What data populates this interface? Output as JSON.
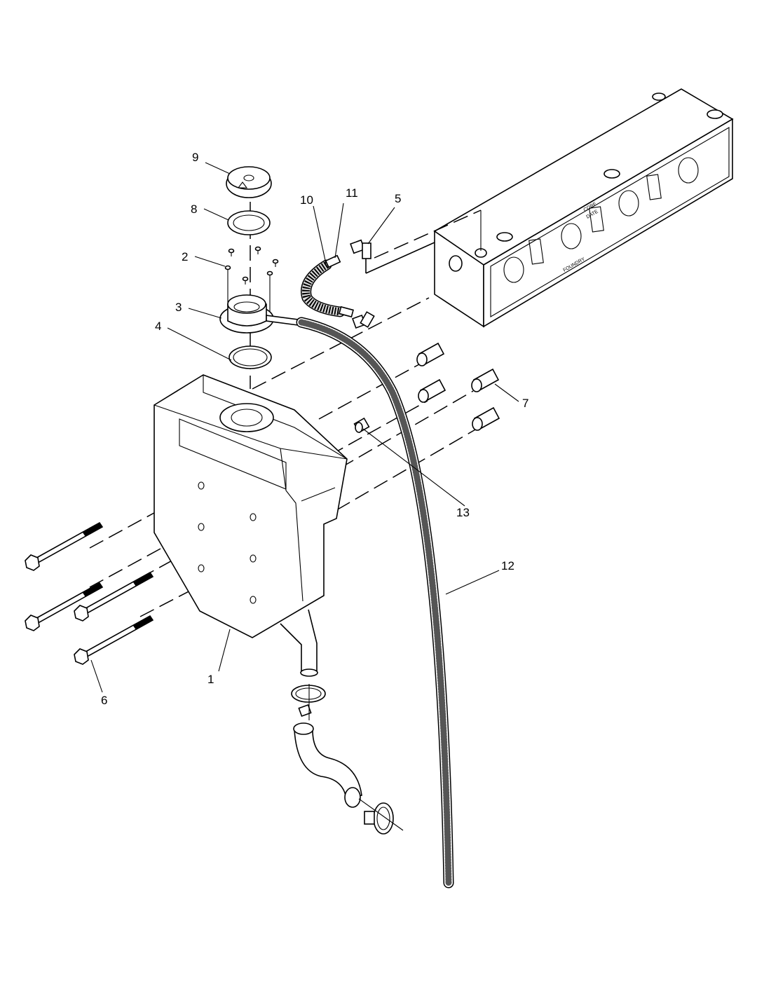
{
  "callouts": {
    "c1": "1",
    "c2": "2",
    "c3": "3",
    "c4": "4",
    "c5": "5",
    "c6": "6",
    "c7": "7",
    "c8": "8",
    "c9": "9",
    "c10": "10",
    "c11": "11",
    "c12": "12",
    "c13": "13"
  },
  "manifold_stamp": {
    "core": "CORE",
    "date": "DATE",
    "foundry": "FOUNDRY"
  }
}
